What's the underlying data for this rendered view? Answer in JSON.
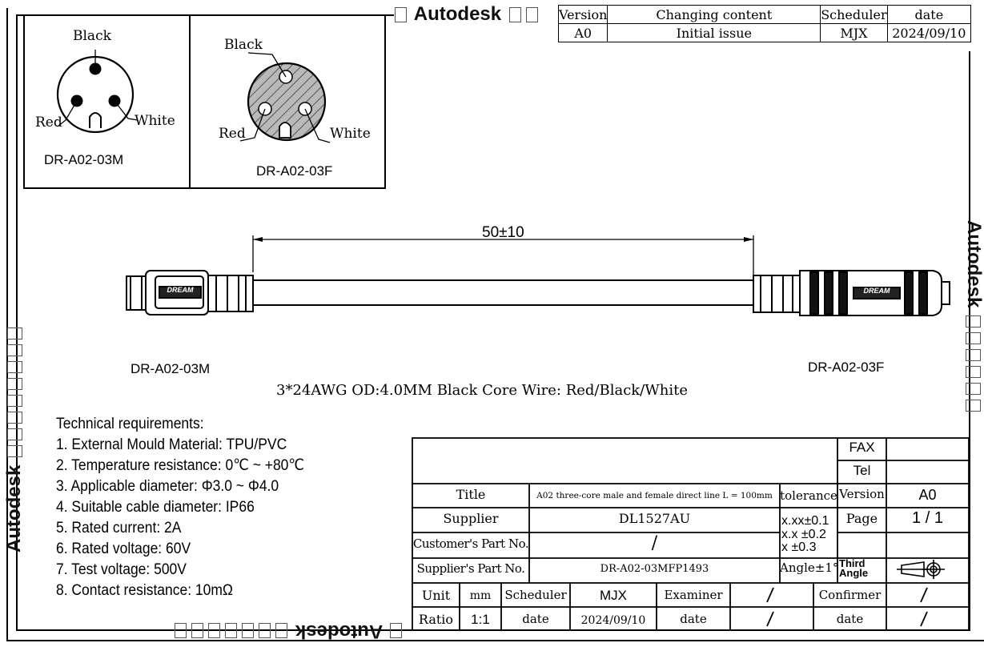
{
  "watermark": {
    "top_text": "Autodesk",
    "right_text": "Autodesk",
    "left_text": "Autodesk",
    "bottom_text": "Autodesk"
  },
  "revision_table": {
    "headers": [
      "Version",
      "Changing content",
      "Scheduler",
      "date"
    ],
    "rows": [
      [
        "A0",
        "Initial issue",
        "MJX",
        "2024/09/10"
      ]
    ]
  },
  "pinouts": {
    "male": {
      "pin_top": "Black",
      "pin_left": "Red",
      "pin_right": "White",
      "part": "DR-A02-03M"
    },
    "female": {
      "pin_top": "Black",
      "pin_left": "Red",
      "pin_right": "White",
      "part": "DR-A02-03F"
    }
  },
  "cable_drawing": {
    "length_dim": "50±10",
    "left_part": "DR-A02-03M",
    "right_part": "DR-A02-03F",
    "wire_spec": "3*24AWG OD:4.0MM Black Core Wire: Red/Black/White",
    "brand_mark": "DREAM"
  },
  "technical_requirements": {
    "heading": "Technical requirements:",
    "items": [
      "1. External Mould Material: TPU/PVC",
      "2. Temperature resistance: 0℃ ~ +80℃",
      "3. Applicable diameter: Φ3.0 ~ Φ4.0",
      "4. Suitable cable diameter: IP66",
      "5. Rated current: 2A",
      "6. Rated voltage: 60V",
      "7. Test voltage: 500V",
      "8. Contact resistance: 10mΩ"
    ]
  },
  "title_block": {
    "fax_label": "FAX",
    "tel_label": "Tel",
    "title_label": "Title",
    "title_value": "A02 three-core male and female direct line L = 100mm",
    "tolerance_label": "tolerance",
    "version_label": "Version",
    "version_value": "A0",
    "supplier_label": "Supplier",
    "supplier_value": "DL1527AU",
    "tol_xxx": "x.xx±0.1",
    "tol_xx": "x.x ±0.2",
    "tol_x": "x ±0.3",
    "page_label": "Page",
    "page_value": "1 / 1",
    "customer_part_label": "Customer's Part No.",
    "customer_part_value": "/",
    "supplier_part_label": "Supplier's Part No.",
    "supplier_part_value": "DR-A02-03MFP1493",
    "angle_tol": "Angle±1°",
    "projection_label": "Third Angle",
    "unit_label": "Unit",
    "unit_value": "mm",
    "scheduler_label": "Scheduler",
    "scheduler_value": "MJX",
    "examiner_label": "Examiner",
    "examiner_value": "/",
    "confirmer_label": "Confirmer",
    "confirmer_value": "/",
    "ratio_label": "Ratio",
    "ratio_value": "1:1",
    "date_label_1": "date",
    "date_value_1": "2024/09/10",
    "date_label_2": "date",
    "date_value_2": "/",
    "date_label_3": "date",
    "date_value_3": "/"
  }
}
